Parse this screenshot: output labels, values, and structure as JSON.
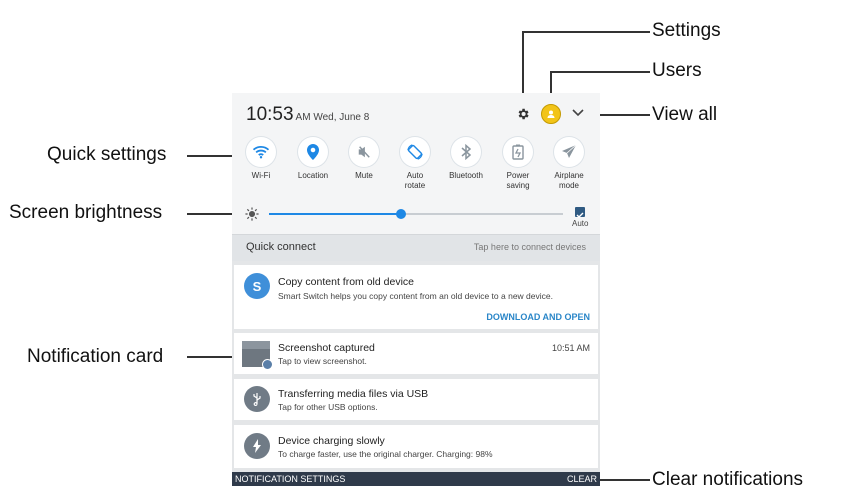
{
  "callouts": {
    "settings": "Settings",
    "users": "Users",
    "view_all": "View all",
    "quick_settings": "Quick settings",
    "screen_brightness": "Screen brightness",
    "notification_card": "Notification card",
    "clear_notifications": "Clear notifications"
  },
  "status": {
    "time": "10:53",
    "ampm_date": "AM Wed, June 8"
  },
  "quick_settings": [
    {
      "label": "Wi-Fi",
      "icon": "wifi-icon",
      "active": true
    },
    {
      "label": "Location",
      "icon": "location-icon",
      "active": true
    },
    {
      "label": "Mute",
      "icon": "mute-icon",
      "active": false
    },
    {
      "label": "Auto rotate",
      "icon": "auto-rotate-icon",
      "active": true
    },
    {
      "label": "Bluetooth",
      "icon": "bluetooth-icon",
      "active": false
    },
    {
      "label": "Power saving",
      "icon": "power-saving-icon",
      "active": false
    },
    {
      "label": "Airplane mode",
      "icon": "airplane-icon",
      "active": false
    }
  ],
  "brightness": {
    "level": 0.45,
    "auto_label": "Auto"
  },
  "quick_connect": {
    "label": "Quick connect",
    "hint": "Tap here to connect devices"
  },
  "notifications": {
    "smart_switch": {
      "title": "Copy content from old device",
      "text": "Smart Switch helps you copy content from an old device to a new device.",
      "action": "DOWNLOAD AND OPEN",
      "icon_letter": "S"
    },
    "screenshot": {
      "title": "Screenshot captured",
      "text": "Tap to view screenshot.",
      "time": "10:51 AM"
    },
    "usb": {
      "title": "Transferring media files via USB",
      "text": "Tap for other USB options."
    },
    "charging": {
      "title": "Device charging slowly",
      "text": "To charge faster, use the original charger. Charging: 98%"
    }
  },
  "bottom": {
    "settings_label": "NOTIFICATION SETTINGS",
    "clear_label": "CLEAR"
  },
  "colors": {
    "accent": "#1e88e5",
    "bottom_bar": "#2f3a4a",
    "action_text": "#2a86c8"
  }
}
